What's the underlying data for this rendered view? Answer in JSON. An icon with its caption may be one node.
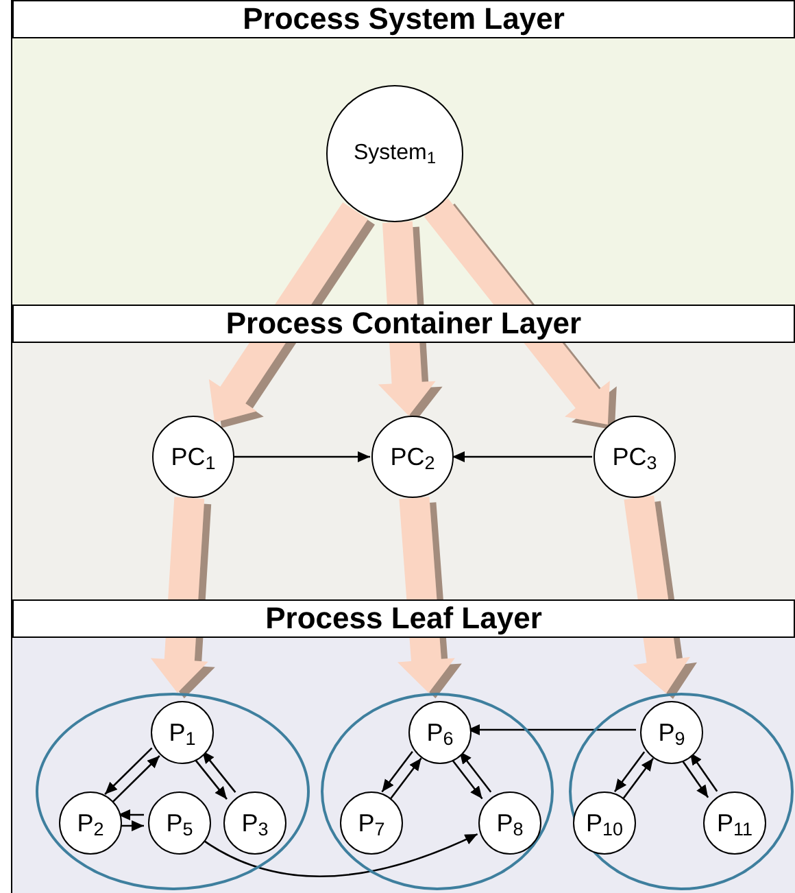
{
  "diagram": {
    "nodes": [
      {
        "text": [
          "Process System Layer"
        ]
      },
      {
        "text": [
          "System$_{1}$"
        ],
        "in": 0
      },
      {
        "text": [
          "Process Container Layer"
        ]
      },
      {
        "text": [
          "PC$_{1}$"
        ],
        "in": 2
      },
      {
        "text": [
          "PC$_{2}$"
        ],
        "in": 2
      },
      {
        "text": [
          "PC$_{3}$"
        ],
        "in": 2
      },
      {
        "text": [
          "Process Leaf Layer"
        ]
      },
      {
        "text": [],
        "shape": "circle",
        "in": 6
      },
      {
        "text": [
          "P$_{1}$"
        ],
        "in": 7
      },
      {
        "text": [
          "P$_{2}$"
        ],
        "in": 7
      },
      {
        "text": [
          "P$_{5}$"
        ],
        "in": 7
      },
      {
        "text": [
          "P$_{3}$"
        ],
        "in": 7
      },
      {
        "text": [],
        "shape": "circle",
        "in": 6
      },
      {
        "text": [
          "P$_{6}$"
        ],
        "in": 12
      },
      {
        "text": [
          "P$_{7}$"
        ],
        "in": 12
      },
      {
        "text": [
          "P$_{8}$"
        ],
        "in": 12
      },
      {
        "text": [],
        "shape": "circle",
        "in": 6
      },
      {
        "text": [
          "P$_{9}$"
        ],
        "in": 16
      },
      {
        "text": [
          "P$_{10}$"
        ],
        "in": 16
      },
      {
        "text": [
          "P$_{11}$"
        ],
        "in": 16
      }
    ],
    "edges": [
      {
        "from": 1,
        "to": 3,
        "arrow": "to",
        "style": "thick",
        "color": "#fbd5c2"
      },
      {
        "from": 1,
        "to": 4,
        "arrow": "to",
        "style": "thick",
        "color": "#fbd5c2"
      },
      {
        "from": 1,
        "to": 5,
        "arrow": "to",
        "style": "thick",
        "color": "#fbd5c2"
      },
      {
        "from": 3,
        "to": 7,
        "arrow": "to",
        "style": "thick",
        "color": "#fbd5c2"
      },
      {
        "from": 4,
        "to": 12,
        "arrow": "to",
        "style": "thick",
        "color": "#fbd5c2"
      },
      {
        "from": 5,
        "to": 16,
        "arrow": "to",
        "style": "thick",
        "color": "#fbd5c2"
      },
      {
        "from": 3,
        "to": 4,
        "arrow": "to"
      },
      {
        "from": 5,
        "to": 4,
        "arrow": "to"
      },
      {
        "from": 8,
        "to": 9,
        "arrow": "to"
      },
      {
        "from": 9,
        "to": 8,
        "arrow": "to"
      },
      {
        "from": 8,
        "to": 11,
        "arrow": "to"
      },
      {
        "from": 11,
        "to": 8,
        "arrow": "to"
      },
      {
        "from": 10,
        "to": 9,
        "arrow": "to"
      },
      {
        "from": 9,
        "to": 10,
        "arrow": "to"
      },
      {
        "from": 10,
        "to": 15,
        "arrow": "to"
      },
      {
        "from": 13,
        "to": 14,
        "arrow": "to"
      },
      {
        "from": 14,
        "to": 13,
        "arrow": "to"
      },
      {
        "from": 13,
        "to": 15,
        "arrow": "to"
      },
      {
        "from": 15,
        "to": 13,
        "arrow": "to"
      },
      {
        "from": 17,
        "to": 13,
        "arrow": "to"
      },
      {
        "from": 17,
        "to": 18,
        "arrow": "to"
      },
      {
        "from": 18,
        "to": 17,
        "arrow": "to"
      },
      {
        "from": 17,
        "to": 19,
        "arrow": "to"
      },
      {
        "from": 19,
        "to": 17,
        "arrow": "to"
      }
    ]
  }
}
